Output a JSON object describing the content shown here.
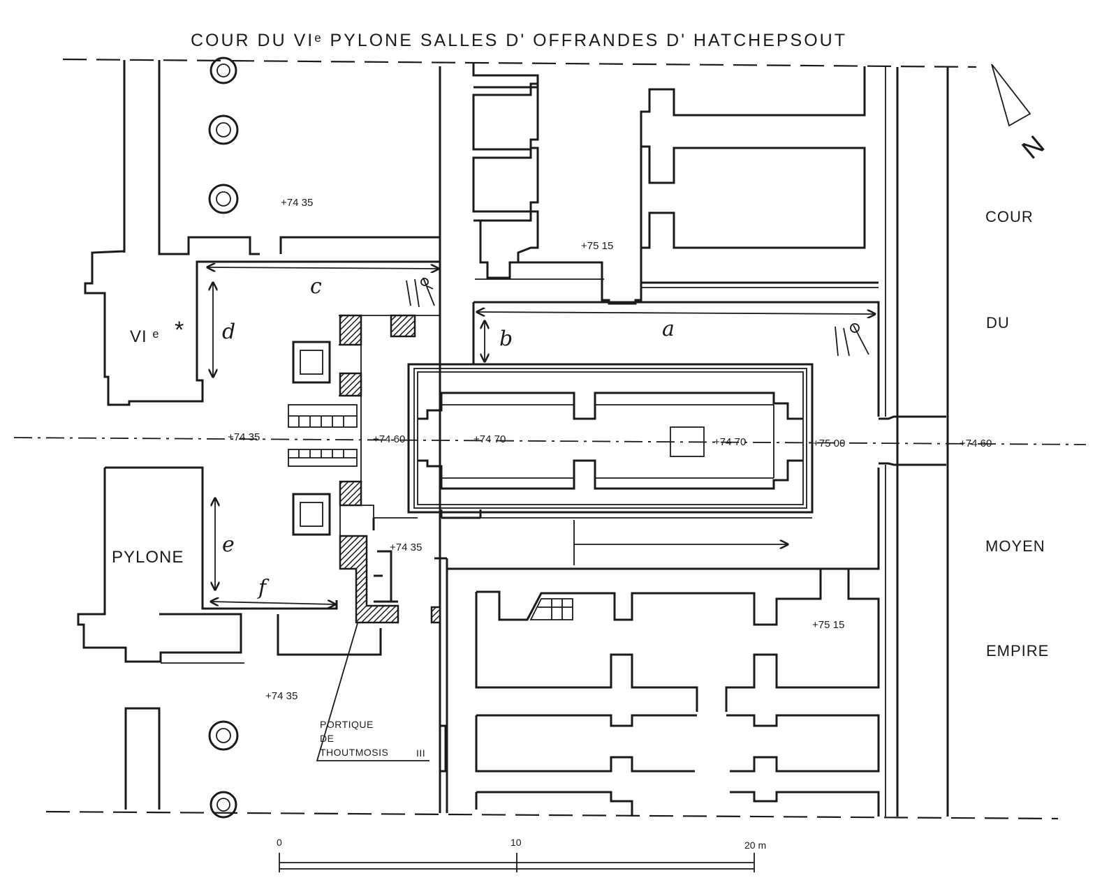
{
  "title": "COUR DU VIᵉ PYLONE    SALLES D' OFFRANDES D' HATCHEPSOUT",
  "north_letter": "N",
  "right_labels": [
    "COUR",
    "DU",
    "MOYEN",
    "EMPIRE"
  ],
  "left_labels": {
    "upper": "VI ᵉ",
    "star": "*",
    "lower": "PYLONE"
  },
  "dimension_letters": {
    "a": "a",
    "b": "b",
    "c": "c",
    "d": "d",
    "e": "e",
    "f": "f"
  },
  "elevations": {
    "court_top": "+74 35",
    "rooms_top": "+75 15",
    "axis_left": "+74 35",
    "axis_step": "+74 60",
    "axis_sanct1": "+74 70",
    "axis_sanct2": "+74 70",
    "axis_door": "+75 00",
    "axis_right": "+74 60",
    "corridor": "+74 35",
    "rooms_bottom": "+75 15",
    "court_bottom": "+74 35"
  },
  "portique_label": [
    "PORTIQUE",
    "DE",
    "THOUTMOSIS"
  ],
  "portique_mark": "III",
  "scale": {
    "ticks": [
      "0",
      "10",
      "20 m"
    ],
    "max_m": 20
  }
}
